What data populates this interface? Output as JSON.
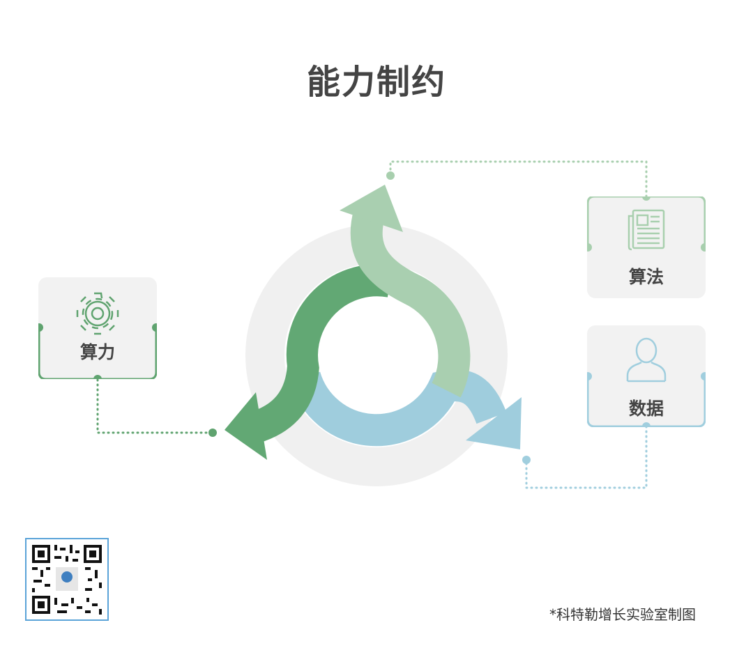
{
  "title": "能力制约",
  "nodes": {
    "compute": {
      "label": "算力",
      "icon": "gear-icon",
      "color": "#5fa36f"
    },
    "algorithm": {
      "label": "算法",
      "icon": "document-icon",
      "color": "#a8cfae"
    },
    "data": {
      "label": "数据",
      "icon": "user-icon",
      "color": "#a0cede"
    }
  },
  "colors": {
    "dark_green": "#62a874",
    "light_green": "#a9cfb0",
    "blue": "#9fcddd",
    "ring": "#f0f0f0"
  },
  "footer": "*科特勒增长实验室制图"
}
